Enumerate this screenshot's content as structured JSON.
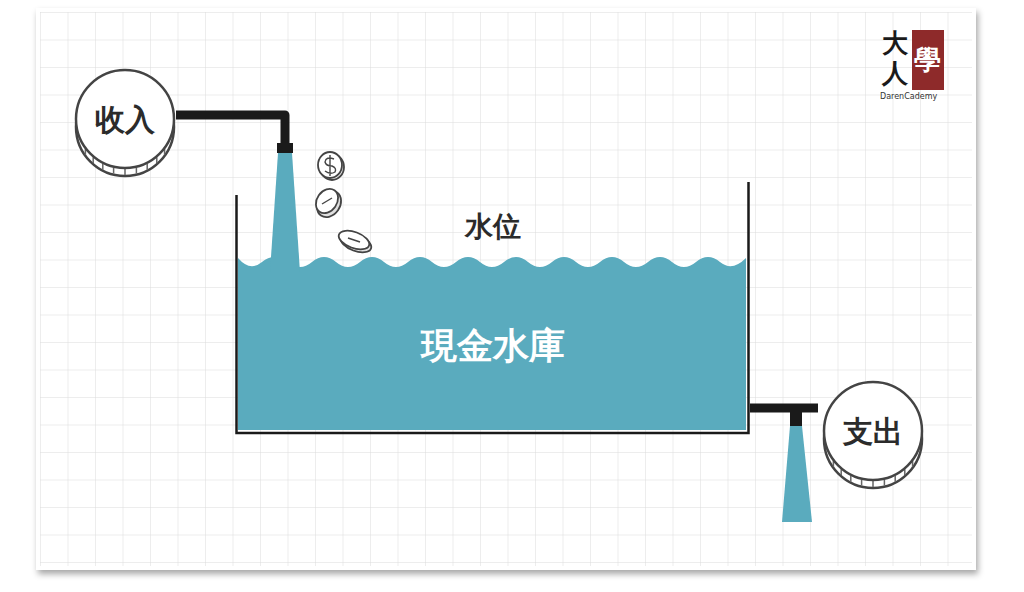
{
  "diagram": {
    "nodes": [
      {
        "text": [
          "收入"
        ]
      },
      {
        "text": [
          "水位",
          "現金水庫"
        ]
      },
      {
        "text": [
          "支出"
        ]
      }
    ],
    "edges": [
      {
        "from": 0,
        "to": 1,
        "arrow": "none"
      },
      {
        "from": 1,
        "to": 2,
        "arrow": "none"
      }
    ],
    "labels": [
      "大",
      "人",
      "學",
      "DarenCademy"
    ]
  }
}
